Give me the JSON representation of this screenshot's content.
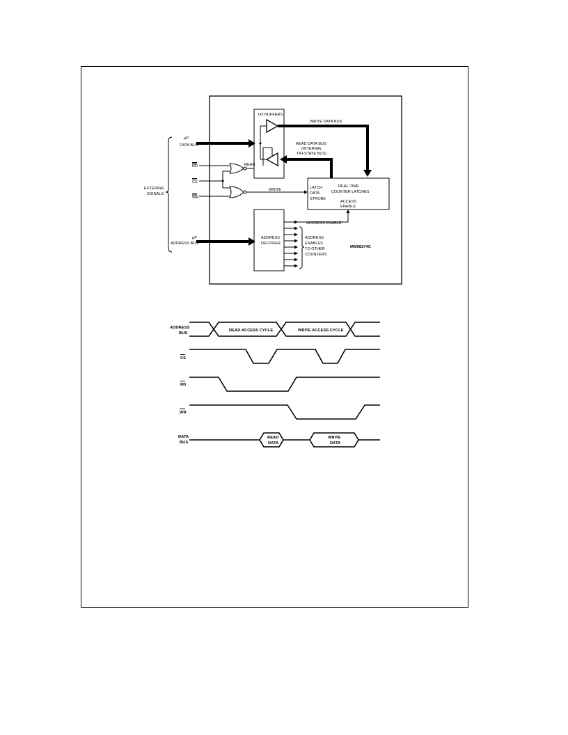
{
  "block_diagram": {
    "io_buffers": "I/O BUFFERS",
    "write_data_bus": "WRITE DATA BUS",
    "read_data_bus_lines": [
      "READ DATA BUS",
      "(INTERNAL",
      "TRI-STATE BUS)"
    ],
    "up_data_bus": [
      "µP",
      "DATA BUS"
    ],
    "rd": "RD",
    "cs": "CS",
    "wr": "WR",
    "read": "READ",
    "write": "WRITE",
    "external_signals": [
      "EXTERNAL",
      "SIGNALS"
    ],
    "latch_data_strobe": [
      "LATCH",
      "DATA",
      "STROBE"
    ],
    "realtime_latches": [
      "REAL-TIME",
      "COUNTER LATCHES"
    ],
    "access_enable": [
      "ACCESS",
      "ENABLE"
    ],
    "address_enable": "ADDRESS ENABLE",
    "address_decoder": [
      "ADDRESS",
      "DECODER"
    ],
    "up_address_bus": [
      "µP",
      "ADDRESS BUS"
    ],
    "address_enables_to_other": [
      "ADDRESS",
      "ENABLES",
      "TO OTHER",
      "COUNTERS"
    ],
    "part_number": "MM58274C"
  },
  "timing_diagram": {
    "signals": [
      "ADDRESS BUS",
      "CS",
      "RD",
      "WR",
      "DATA BUS"
    ],
    "address_bus_label": [
      "ADDRESS",
      "BUS"
    ],
    "data_bus_label": [
      "DATA",
      "BUS"
    ],
    "read_access_cycle": "READ ACCESS CYCLE",
    "write_access_cycle": "WRITE ACCESS CYCLE",
    "read_data": [
      "READ",
      "DATA"
    ],
    "write_data": [
      "WRITE",
      "DATA"
    ]
  }
}
